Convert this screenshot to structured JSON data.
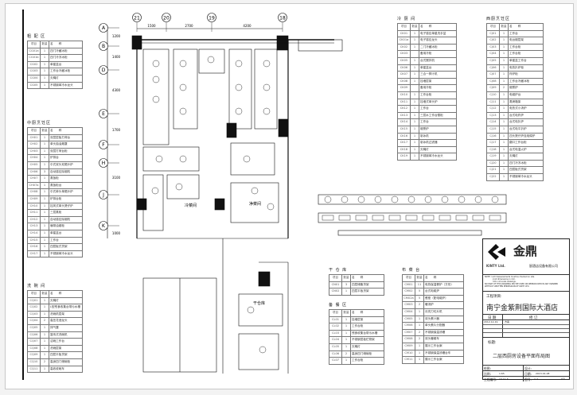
{
  "plan": {
    "col_axes": [
      "21",
      "20",
      "19",
      "18"
    ],
    "row_axes": [
      "A",
      "B",
      "D",
      "E",
      "F",
      "H",
      "J",
      "K"
    ],
    "col_dims": [
      "1500",
      "2700",
      "4200"
    ],
    "row_dims": [
      "1200",
      "1400",
      "4300",
      "1700",
      "3100",
      "1000"
    ],
    "room_labels": [
      "冷菜间",
      "净菜间",
      "干仓库"
    ]
  },
  "tables": {
    "header": [
      "项目",
      "数量",
      "名　　称"
    ],
    "rough": {
      "title": "粗 配 区",
      "rows": [
        [
          "CG01a",
          "1",
          "四门冷藏冰柜"
        ],
        [
          "CG01b",
          "1",
          "四门冷冻冰柜"
        ],
        [
          "CG02",
          "1",
          "单星盆台"
        ],
        [
          "CG03",
          "1",
          "工作台冷藏冰柜"
        ],
        [
          "CG04",
          "1",
          "灭蝇灯"
        ],
        [
          "CG05",
          "1",
          "不锈钢单冷水龙头"
        ]
      ]
    },
    "chinese": {
      "title": "中厨烹饪区",
      "rows": [
        [
          "CH01",
          "1",
          "双层层板打荷台"
        ],
        [
          "CH02",
          "1",
          "单头抽油烟罩"
        ],
        [
          "CH03",
          "1",
          "双层打荷台柜"
        ],
        [
          "CH04",
          "1",
          "炉排台"
        ],
        [
          "CH05",
          "1",
          "中式双头双尾炒炉"
        ],
        [
          "CH06",
          "3",
          "自动感应除烟机"
        ],
        [
          "CH07",
          "1",
          "蒸饭柜"
        ],
        [
          "CH07a",
          "1",
          "蒸饭柜台"
        ],
        [
          "CH08",
          "1",
          "中式单头单尾炒炉"
        ],
        [
          "CH09",
          "1",
          "炉排台柜"
        ],
        [
          "CH10",
          "1",
          "挂风式单头煲仔炉"
        ],
        [
          "CH11",
          "1",
          "三层蒸柜"
        ],
        [
          "CH12",
          "1",
          "自动感应除烟机"
        ],
        [
          "CH13",
          "1",
          "偏带油烟柜"
        ],
        [
          "CH14",
          "1",
          "单星盆台"
        ],
        [
          "CH15",
          "1",
          "工作台"
        ],
        [
          "CH16",
          "1",
          "四层板式货架"
        ],
        [
          "CH17",
          "1",
          "不锈钢单冷水龙头"
        ]
      ]
    },
    "dish": {
      "title": "洗 碗 间",
      "rows": [
        [
          "CQ01",
          "1",
          "灭蝇灯"
        ],
        [
          "CQ02",
          "1",
          "L型残食收集台带污水槽"
        ],
        [
          "CQ03",
          "1",
          "洗碗机层架"
        ],
        [
          "CQ04",
          "2",
          "高压花洒龙头"
        ],
        [
          "CQ05",
          "1",
          "排气罩"
        ],
        [
          "CQ06",
          "1",
          "篮传式洗碗机"
        ],
        [
          "CQ07",
          "1",
          "洁碗工作台"
        ],
        [
          "CQ08",
          "1",
          "洗碗层架"
        ],
        [
          "CQ09",
          "1",
          "四层平板货架"
        ],
        [
          "CQ10",
          "2",
          "高身四门储碗柜"
        ],
        [
          "CQ11",
          "1",
          "高收收碗车"
        ]
      ]
    },
    "cold": {
      "title": "冷 厨 间",
      "rows": [
        [
          "CK01",
          "1",
          "电子感应单星洗手盆"
        ],
        [
          "CK01a",
          "1",
          "电子感应龙头"
        ],
        [
          "CK02",
          "1",
          "二门冷藏冰柜"
        ],
        [
          "CK03",
          "",
          "备用冷柜"
        ],
        [
          "CK05",
          "1",
          "台式搅拌机"
        ],
        [
          "CK06",
          "1",
          "单星盆台"
        ],
        [
          "CK07",
          "1",
          "三合一榨汁机"
        ],
        [
          "CK08",
          "1",
          "挂墙层架"
        ],
        [
          "CK09",
          "",
          "备用冷柜"
        ],
        [
          "CK10",
          "1",
          "工作台柜"
        ],
        [
          "CK11",
          "1",
          "挂墙式单头炉"
        ],
        [
          "CK12",
          "1",
          "工作台"
        ],
        [
          "CK13",
          "1",
          "三层水工作台雪柜"
        ],
        [
          "CK14",
          "1",
          "工作台"
        ],
        [
          "CK15",
          "1",
          "烟熏炉"
        ],
        [
          "CK16",
          "1",
          "制冰机"
        ],
        [
          "CK17",
          "1",
          "制冰机过滤器"
        ],
        [
          "CK18",
          "1",
          "灭蝇灯"
        ],
        [
          "CK19",
          "1",
          "不锈钢单冷水龙头"
        ]
      ]
    },
    "western": {
      "title": "西厨烹饪区",
      "rows": [
        [
          "CJ01",
          "1",
          "工作台"
        ],
        [
          "CJ02",
          "1",
          "电台烟层架"
        ],
        [
          "CJ03",
          "1",
          "工作台柜"
        ],
        [
          "CJ04",
          "1",
          "工作台柜"
        ],
        [
          "CJ05",
          "1",
          "单星盆工作台"
        ],
        [
          "CJ06",
          "1",
          "电热扒炉柜"
        ],
        [
          "CJ07",
          "1",
          "炸炉柜"
        ],
        [
          "CJ08",
          "1",
          "工作台冷藏冰柜"
        ],
        [
          "CJ09",
          "2",
          "烟熏炉"
        ],
        [
          "CJ10",
          "1",
          "电磁炉台"
        ],
        [
          "CJ11",
          "1",
          "蒸烤箱架"
        ],
        [
          "CJ12",
          "1",
          "电热式小汤炉"
        ],
        [
          "CJ13",
          "1",
          "台式电炸炉"
        ],
        [
          "CJ14",
          "1",
          "台式电扒炉"
        ],
        [
          "CJ15",
          "1",
          "台式电平扒炉"
        ],
        [
          "CJ16",
          "1",
          "四头煲仔炉连电焗炉"
        ],
        [
          "CJ17",
          "1",
          "翻口工作台柜"
        ],
        [
          "CJ18",
          "1",
          "台式电温火炉"
        ],
        [
          "CJ19",
          "1",
          "灭蝇灯"
        ],
        [
          "CJ20",
          "1",
          "四门冷冻冰柜"
        ],
        [
          "CJ21",
          "1",
          "四层板式货架"
        ],
        [
          "CJ22",
          "1",
          "不锈钢单冷水龙头"
        ]
      ]
    },
    "dry": {
      "title": "干 仓 库",
      "rows": [
        [
          "CN01",
          "3",
          "四层储备货架"
        ],
        [
          "CN02",
          "1",
          "四层平板货架"
        ]
      ]
    },
    "prep": {
      "title": "备 餐 区",
      "rows": [
        [
          "CL01",
          "1",
          "挂墙层架"
        ],
        [
          "CL02",
          "1",
          "工作台柜"
        ],
        [
          "CL03",
          "1",
          "残食收集台带污水槽"
        ],
        [
          "CL04",
          "1",
          "不锈钢层板贮物架"
        ],
        [
          "CL05",
          "1",
          "灭蝇灯"
        ],
        [
          "CL06",
          "2",
          "高身四门储碗柜"
        ],
        [
          "CL07",
          "1",
          "工作台柜"
        ]
      ]
    },
    "buffet": {
      "title": "布 菜 台",
      "rows": [
        [
          "CM01",
          "11",
          "电热保温餐炉（方形）"
        ],
        [
          "CM02",
          "5",
          "台式电磁炉"
        ],
        [
          "CM02a",
          "5",
          "餐座（配电磁炉）"
        ],
        [
          "CM03",
          "2",
          "暖汤炉"
        ],
        [
          "CM04",
          "1",
          "月亮刀切片机"
        ],
        [
          "CM05",
          "1",
          "双头蛋汁器"
        ],
        [
          "CM06",
          "1",
          "单头蛋片分配器"
        ],
        [
          "CM07",
          "2",
          "不锈钢保温汤槽"
        ],
        [
          "CM08",
          "2",
          "双头暖碟车"
        ],
        [
          "CM09",
          "1",
          "展示工作台案"
        ],
        [
          "CM10",
          "1",
          "不锈钢保温汤槽台车"
        ],
        [
          "CM11",
          "1",
          "展示工作台案"
        ]
      ]
    }
  },
  "titleblock": {
    "logo_text": "金鼎",
    "logo_en": "KINTY Ltd.",
    "company": "厨酒店设备有限公司",
    "notes": [
      "NOTE: 1.All measurements must be checked on site.",
      "2.All dimensions in mm.",
      "3.Do not scale drawings.",
      "NO PART OF THIS DRAWING MAY BE USED OR REPRODUCED IN ANY MANNER",
      "WITHOUT WRITTEN PERMISSION OF KINTY LTD."
    ],
    "project_label": "工程项目:",
    "project": "南宁金紫荆国际大酒店",
    "date_header": "日 期",
    "rev_header": "修 订",
    "rev_date": "2012-12-19",
    "rev_note": "方案",
    "title_label": "标题:",
    "title": "二层西厨房设备平面布局图",
    "drawn_label": "绘图:",
    "design_label": "设计:",
    "scale_label": "比例:",
    "scale": "1:65",
    "date_label": "日期:",
    "date": "2013-01-08",
    "proj_no_label": "工程编号:",
    "proj_no": "13-11-6",
    "dwg_no_label": "图号:",
    "dwg_no": "A-2",
    "size": "A3"
  }
}
